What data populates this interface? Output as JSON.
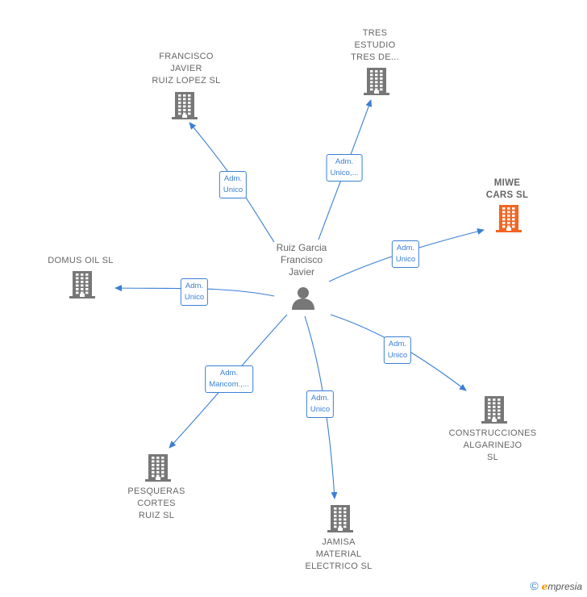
{
  "center": {
    "label": "Ruiz Garcia\nFrancisco\nJavier",
    "icon": "person-icon"
  },
  "companies": [
    {
      "id": "francisco-javier",
      "label": "FRANCISCO\nJAVIER\nRUIZ LOPEZ SL",
      "edge_label": "Adm.\nUnico",
      "highlight": false
    },
    {
      "id": "tres-estudio",
      "label": "TRES\nESTUDIO\nTRES DE...",
      "edge_label": "Adm.\nUnico,...",
      "highlight": false
    },
    {
      "id": "miwe-cars",
      "label": "MIWE\nCARS  SL",
      "edge_label": "Adm.\nUnico",
      "highlight": true
    },
    {
      "id": "domus-oil",
      "label": "DOMUS OIL  SL",
      "edge_label": "Adm.\nUnico",
      "highlight": false
    },
    {
      "id": "construcciones",
      "label": "CONSTRUCCIONES\nALGARINEJO\nSL",
      "edge_label": "Adm.\nUnico",
      "highlight": false
    },
    {
      "id": "pesqueras",
      "label": "PESQUERAS\nCORTES\nRUIZ SL",
      "edge_label": "Adm.\nMancom.,...",
      "highlight": false
    },
    {
      "id": "jamisa",
      "label": "JAMISA\nMATERIAL\nELECTRICO SL",
      "edge_label": "Adm.\nUnico",
      "highlight": false
    }
  ],
  "colors": {
    "edge": "#3a7fd5",
    "building": "#777777",
    "building_highlight": "#f26522",
    "person": "#777777"
  },
  "brand": {
    "copyright": "©",
    "initial": "e",
    "name": "mpresia"
  }
}
